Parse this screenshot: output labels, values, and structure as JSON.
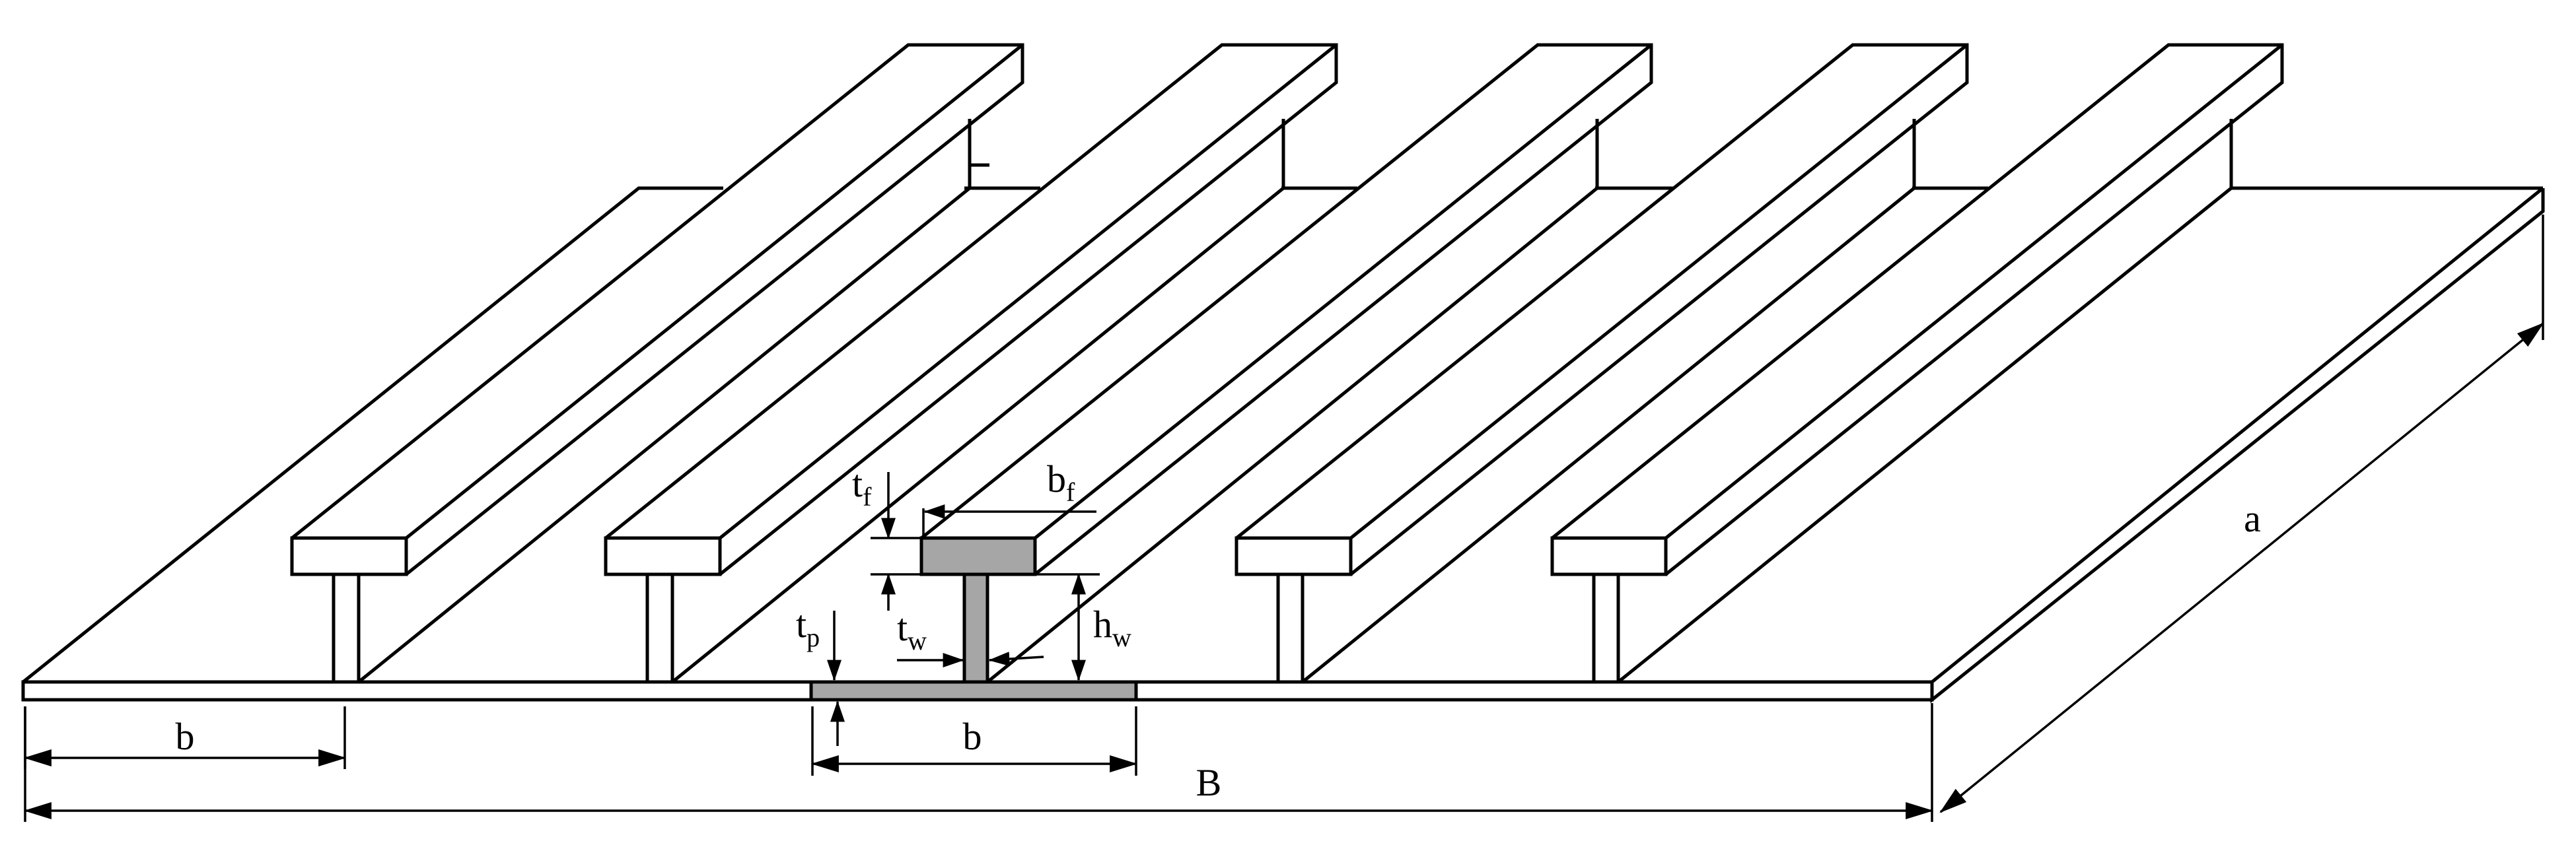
{
  "colors": {
    "line": "#000000",
    "background": "#ffffff",
    "highlight_section": "#a6a6a6"
  },
  "labels": {
    "b_left": "b",
    "b_mid": "b",
    "B": "B",
    "a": "a",
    "t_f": {
      "base": "t",
      "sub": "f"
    },
    "b_f": {
      "base": "b",
      "sub": "f"
    },
    "t_p": {
      "base": "t",
      "sub": "p"
    },
    "t_w": {
      "base": "t",
      "sub": "w"
    },
    "h_w": {
      "base": "h",
      "sub": "w"
    }
  }
}
